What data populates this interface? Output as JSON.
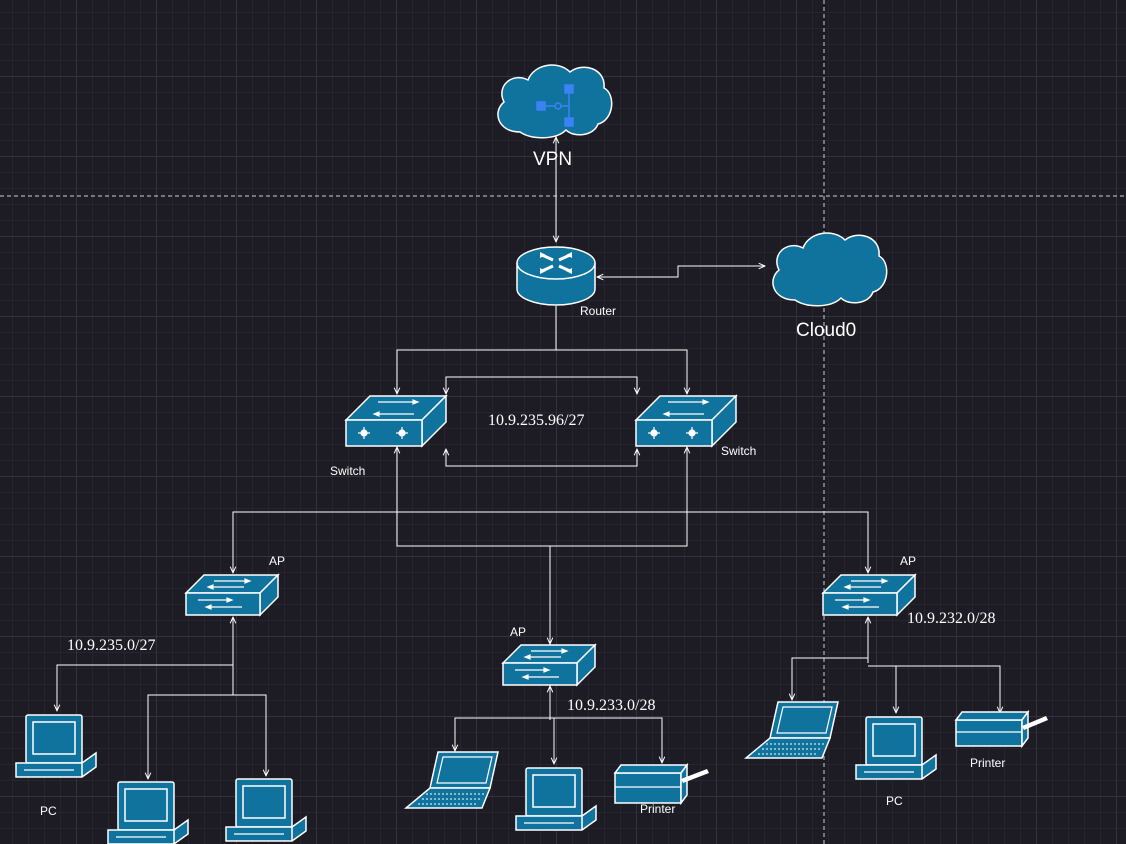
{
  "labels": {
    "vpn": "VPN",
    "cloud": "Cloud0",
    "router": "Router",
    "switch_left": "Switch",
    "switch_right": "Switch",
    "ap_left": "AP",
    "ap_mid": "AP",
    "ap_right": "AP",
    "pc_left": "PC",
    "pc_right": "PC",
    "printer_mid": "Printer",
    "printer_right": "Printer"
  },
  "subnets": {
    "core": "10.9.235.96/27",
    "left": "10.9.235.0/27",
    "mid": "10.9.233.0/28",
    "right": "10.9.232.0/28"
  },
  "colors": {
    "background": "#1d1b24",
    "device_fill": "#10739e",
    "cloud_fill": "#10739e",
    "vpn_icon": "#3b82f6",
    "line": "#ffffff"
  }
}
